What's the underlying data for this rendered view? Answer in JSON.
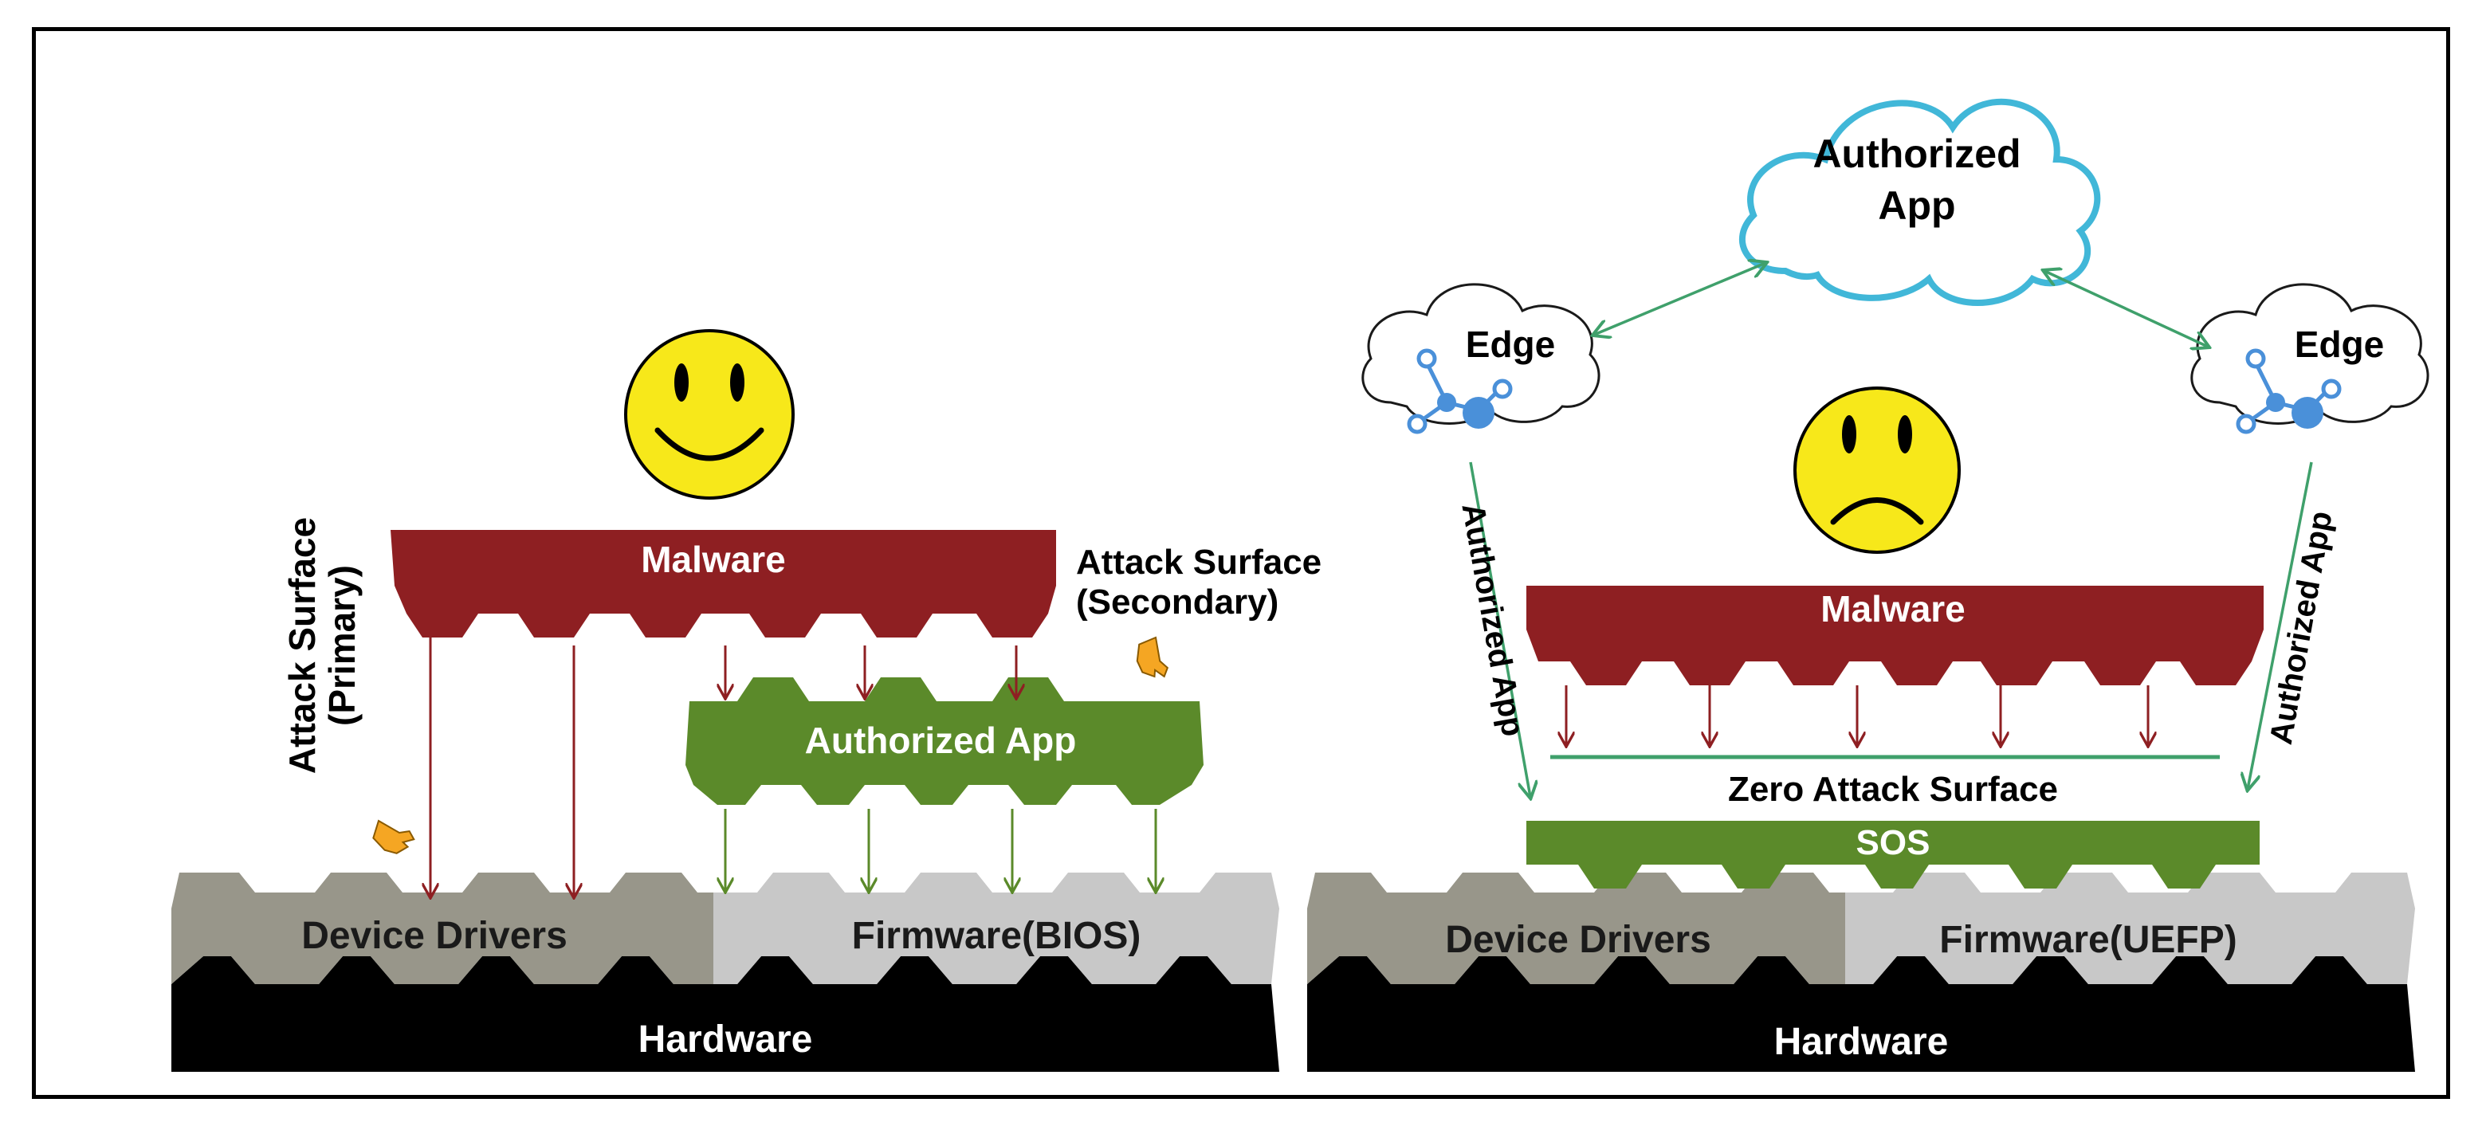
{
  "colors": {
    "malware": "#8e1f22",
    "authorized_app": "#5b8a2a",
    "device_drivers": "#98968a",
    "firmware": "#c8c8c8",
    "hardware": "#000000",
    "smiley": "#f7e81a",
    "cloud_outline": "#41b7d8",
    "arrow_red": "#8e1f22",
    "arrow_green": "#3fa06b",
    "pointer": "#f5a623"
  },
  "left_panel": {
    "malware_label": "Malware",
    "authorized_app_label": "Authorized App",
    "device_drivers_label": "Device Drivers",
    "firmware_label": "Firmware(BIOS)",
    "hardware_label": "Hardware",
    "attack_primary_line1": "Attack Surface",
    "attack_primary_line2": "(Primary)",
    "attack_secondary_line1": "Attack Surface",
    "attack_secondary_line2": "(Secondary)",
    "face": "happy"
  },
  "right_panel": {
    "cloud_line1": "Authorized",
    "cloud_line2": "App",
    "edge_left_label": "Edge",
    "edge_right_label": "Edge",
    "side_label_left": "Authorized App",
    "side_label_right": "Authorized App",
    "malware_label": "Malware",
    "zero_attack_label": "Zero Attack Surface",
    "sos_label": "SOS",
    "device_drivers_label": "Device Drivers",
    "firmware_label": "Firmware(UEFP)",
    "hardware_label": "Hardware",
    "face": "sad"
  }
}
